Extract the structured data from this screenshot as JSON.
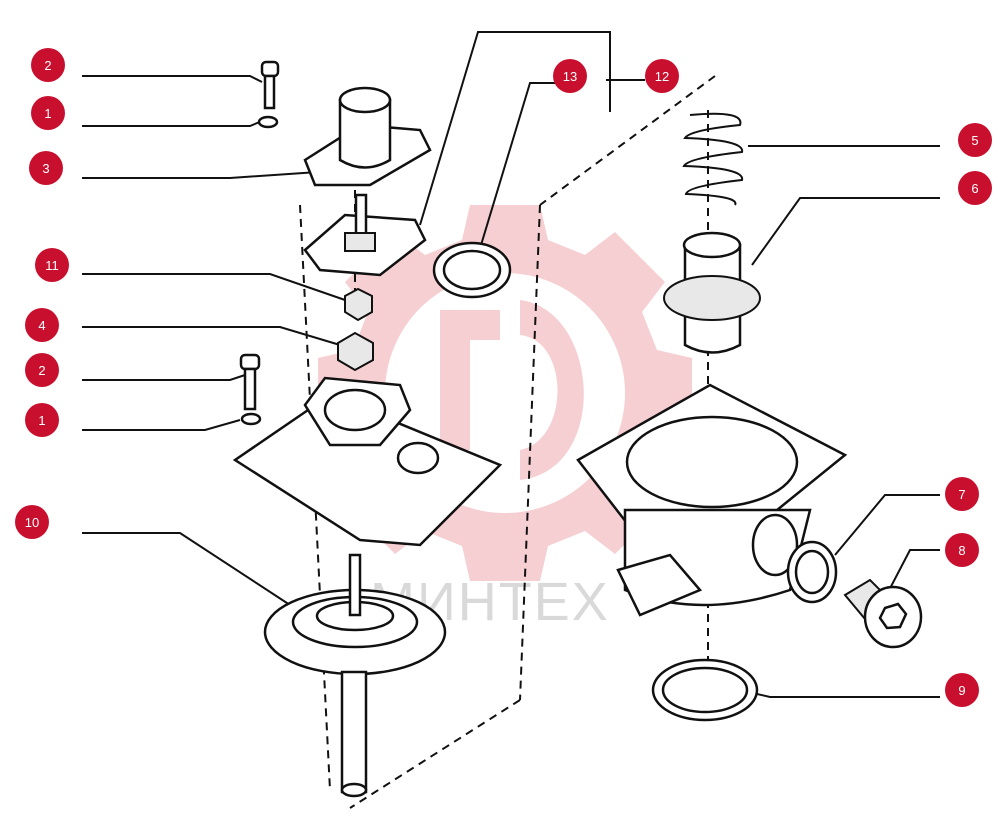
{
  "watermark": {
    "text": "МИНТЕХ",
    "color": "#f6cfd2"
  },
  "callout_color": "#c8102e",
  "callouts": [
    {
      "id": "c2a",
      "label": "2"
    },
    {
      "id": "c1a",
      "label": "1"
    },
    {
      "id": "c3",
      "label": "3"
    },
    {
      "id": "c11",
      "label": "11"
    },
    {
      "id": "c4",
      "label": "4"
    },
    {
      "id": "c2b",
      "label": "2"
    },
    {
      "id": "c1b",
      "label": "1"
    },
    {
      "id": "c10",
      "label": "10"
    },
    {
      "id": "c13",
      "label": "13"
    },
    {
      "id": "c12",
      "label": "12"
    },
    {
      "id": "c5",
      "label": "5"
    },
    {
      "id": "c6",
      "label": "6"
    },
    {
      "id": "c7",
      "label": "7"
    },
    {
      "id": "c8",
      "label": "8"
    },
    {
      "id": "c9",
      "label": "9"
    }
  ]
}
